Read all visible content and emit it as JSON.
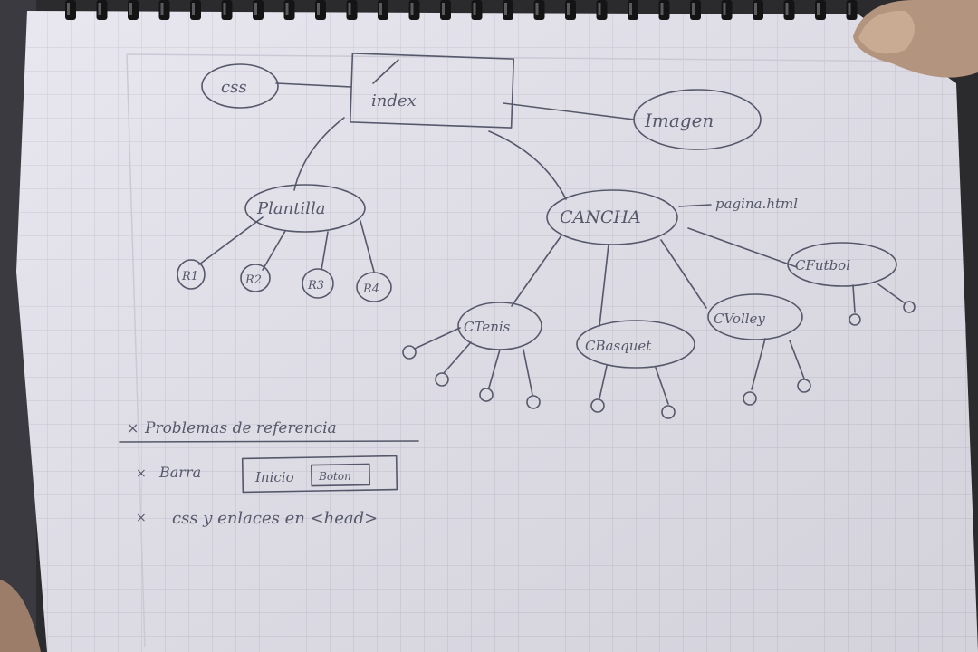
{
  "sitemap": {
    "root": "index",
    "css": "css",
    "images": "Imagen",
    "left_branch": "Plantilla",
    "left_children": [
      "R1",
      "R2",
      "R3",
      "R4"
    ],
    "right_branch": "CANCHA",
    "right_note": "pagina.html",
    "sports": [
      "CTenis",
      "CBasquet",
      "CVolley",
      "CFutbol"
    ]
  },
  "notes": {
    "heading": "Problemas de referencia",
    "item1_label": "Barra",
    "item1_box_text": "Inicio",
    "item1_button": "Boton",
    "item2": "css y enlaces en <head>"
  },
  "colors": {
    "paper": "#e6e4ee",
    "grid": "#c9c7d4",
    "ink": "#55586a",
    "spiral": "#141414",
    "background": "#2b2b2e"
  }
}
